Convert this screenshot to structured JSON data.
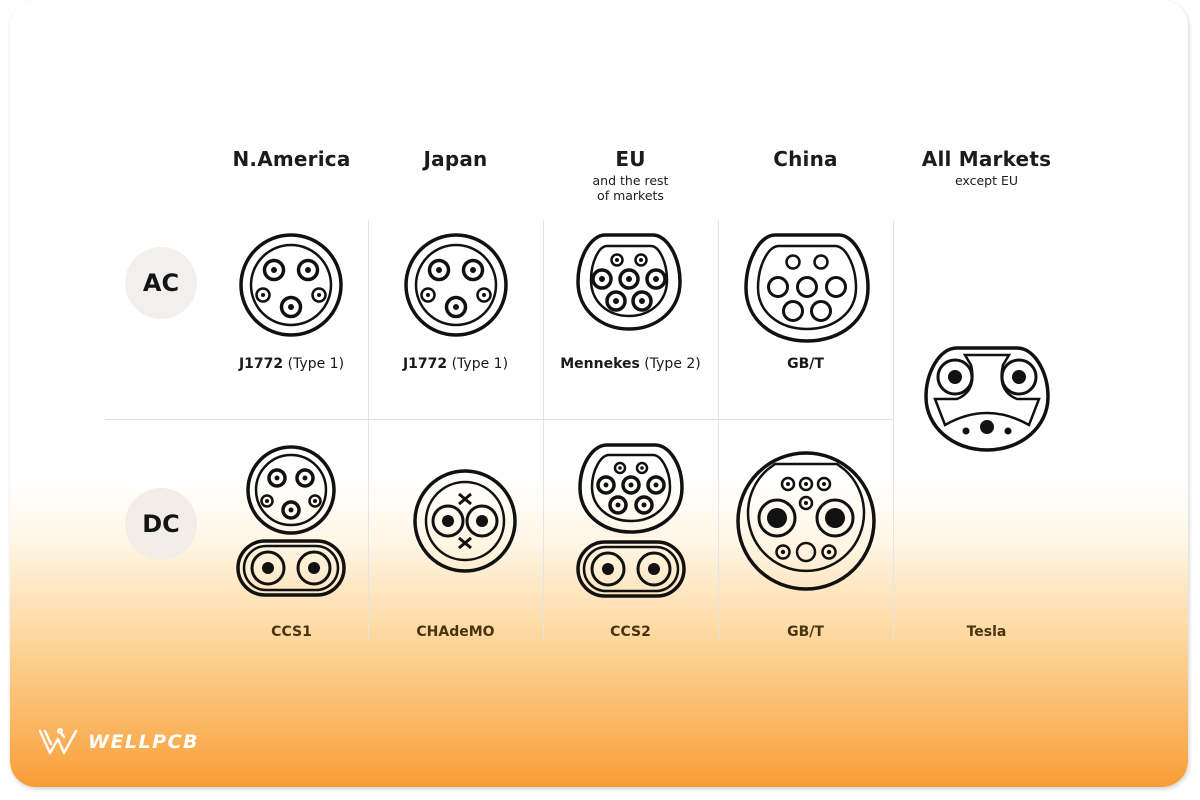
{
  "columns": [
    {
      "title": "N.America",
      "subtitle": ""
    },
    {
      "title": "Japan",
      "subtitle": ""
    },
    {
      "title": "EU",
      "subtitle": "and the rest\nof markets"
    },
    {
      "title": "China",
      "subtitle": ""
    },
    {
      "title": "All Markets",
      "subtitle": "except EU"
    }
  ],
  "rows": [
    {
      "label": "AC"
    },
    {
      "label": "DC"
    }
  ],
  "ac_connectors": [
    {
      "name_bold": "J1772",
      "name_rest": " (Type 1)",
      "icon": "j1772-connector-icon"
    },
    {
      "name_bold": "J1772",
      "name_rest": " (Type 1)",
      "icon": "j1772-connector-icon"
    },
    {
      "name_bold": "Mennekes",
      "name_rest": " (Type 2)",
      "icon": "mennekes-type2-connector-icon"
    },
    {
      "name_bold": "GB/T",
      "name_rest": "",
      "icon": "gbt-ac-connector-icon"
    }
  ],
  "dc_connectors": [
    {
      "name": "CCS1",
      "icon": "ccs1-connector-icon"
    },
    {
      "name": "CHAdeMO",
      "icon": "chademo-connector-icon"
    },
    {
      "name": "CCS2",
      "icon": "ccs2-connector-icon"
    },
    {
      "name": "GB/T",
      "icon": "gbt-dc-connector-icon"
    }
  ],
  "all_markets_connector": {
    "name": "Tesla",
    "icon": "tesla-connector-icon"
  },
  "brand": {
    "name": "WELLPCB",
    "icon": "wellpcb-logo-icon"
  },
  "colors": {
    "gradient_top": "#ffffff",
    "gradient_bottom": "#f99d36",
    "dc_label": "#4a3410",
    "stroke": "#111111"
  }
}
